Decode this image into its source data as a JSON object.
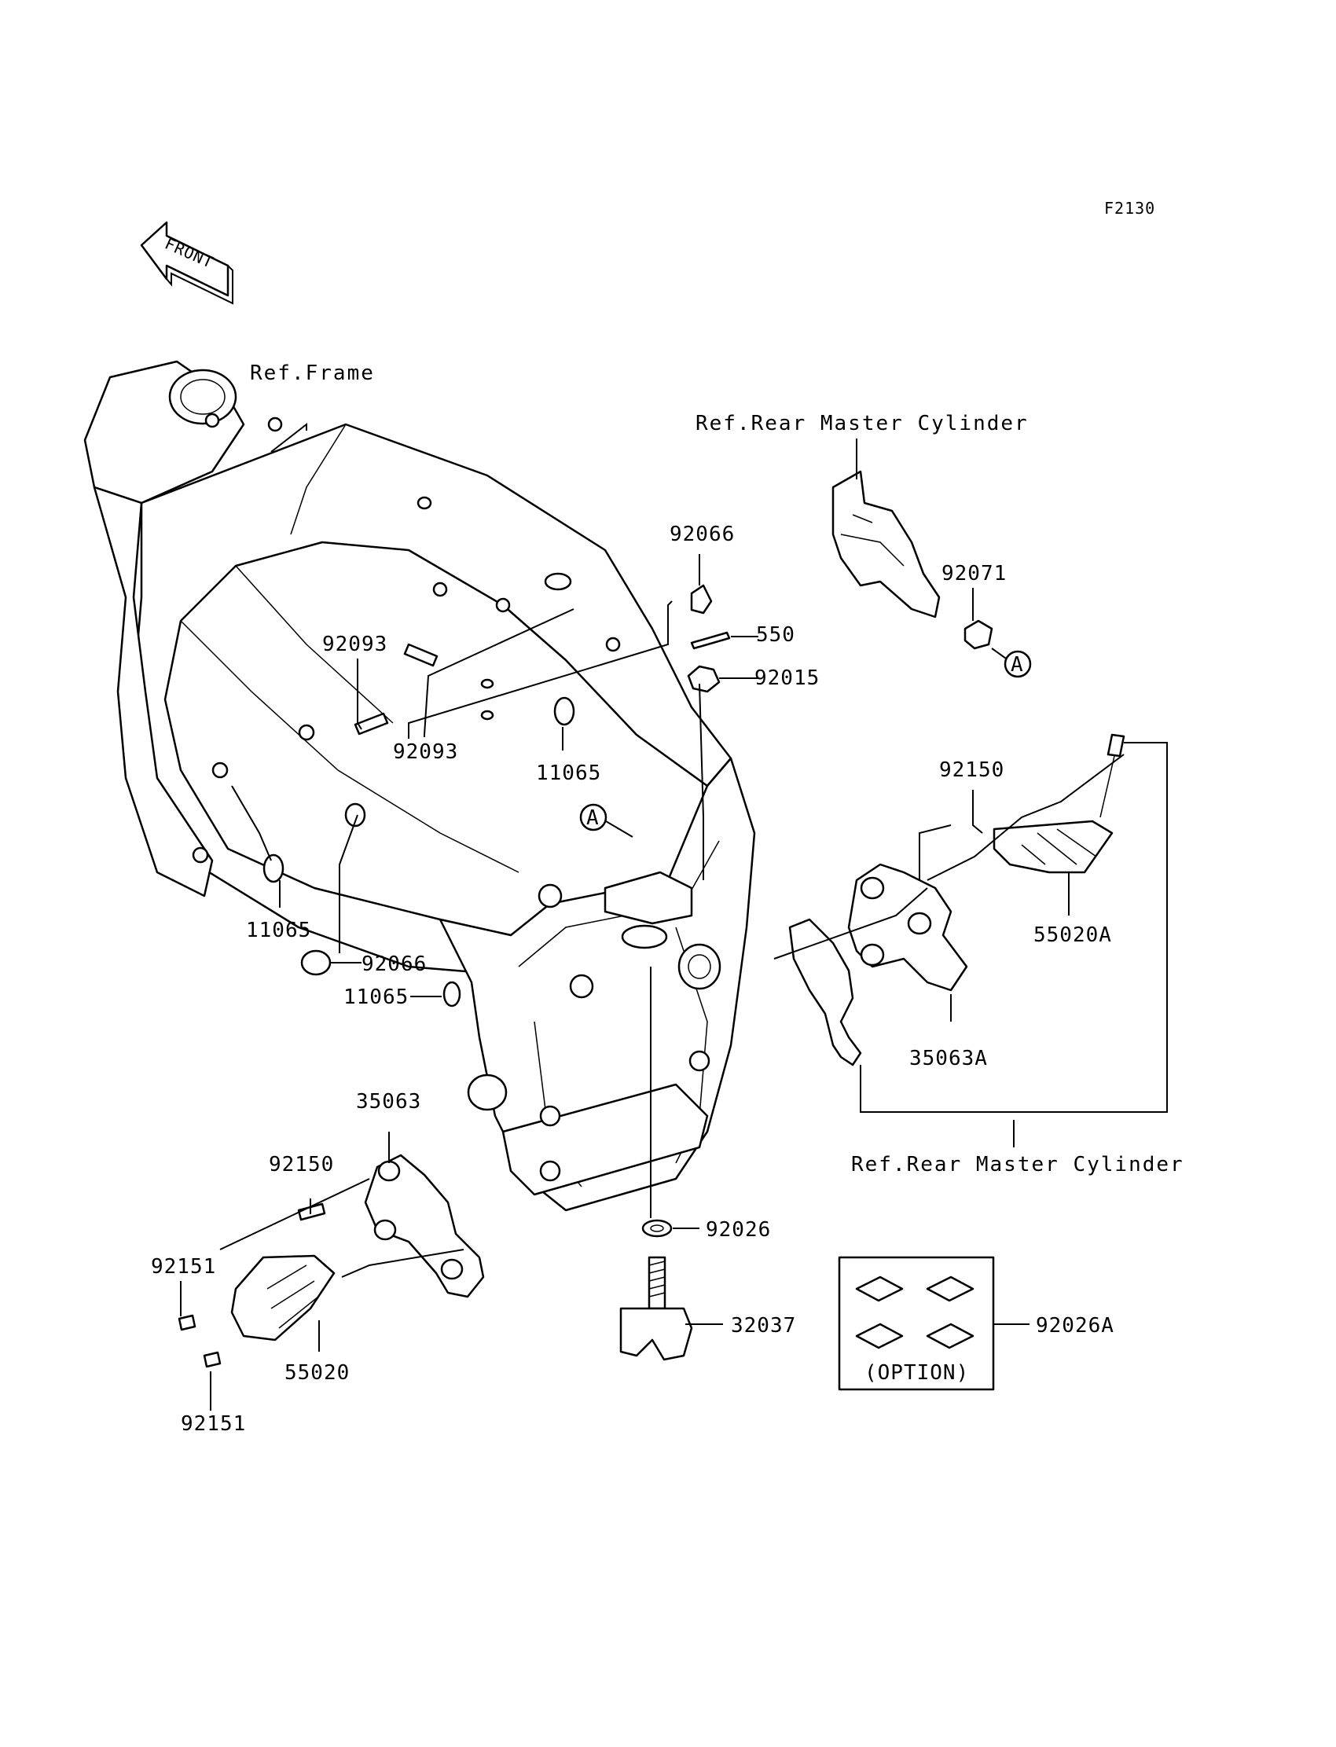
{
  "diagram": {
    "code": "F2130",
    "front_arrow": "FRONT",
    "refs": {
      "frame": "Ref.Frame",
      "rear_master_cylinder_top": "Ref.Rear Master Cylinder",
      "rear_master_cylinder_bottom": "Ref.Rear Master Cylinder"
    },
    "option_label": "(OPTION)",
    "markers": {
      "a1": "A",
      "a2": "A"
    },
    "parts": {
      "p92066_top": "92066",
      "p550": "550",
      "p92015": "92015",
      "p92071": "92071",
      "p92093_left": "92093",
      "p92093_right": "92093",
      "p11065_mid": "11065",
      "p11065_left": "11065",
      "p92066_left": "92066",
      "p11065_lower": "11065",
      "p92150_right": "92150",
      "p55020A": "55020A",
      "p35063A": "35063A",
      "p35063": "35063",
      "p92150_left": "92150",
      "p92151_top": "92151",
      "p92151_bottom": "92151",
      "p55020": "55020",
      "p92026": "92026",
      "p32037": "32037",
      "p92026A": "92026A"
    }
  }
}
